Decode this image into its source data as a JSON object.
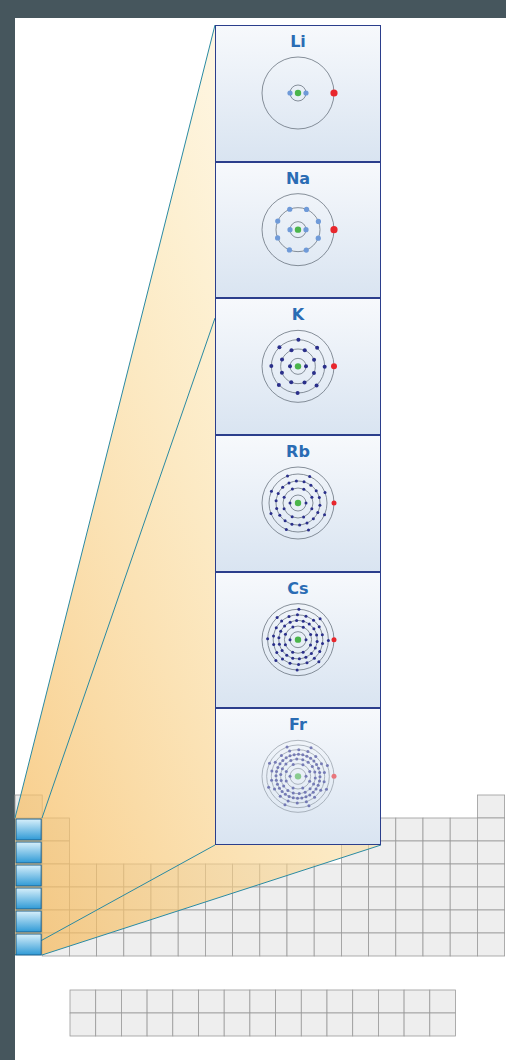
{
  "diagram": {
    "nodes": [
      {
        "text": [
          "Li"
        ]
      },
      {
        "text": [
          "Na"
        ]
      },
      {
        "text": [
          "K"
        ]
      },
      {
        "text": [
          "Rb"
        ]
      },
      {
        "text": [
          "Cs"
        ]
      },
      {
        "text": [
          "Fr"
        ]
      }
    ]
  }
}
